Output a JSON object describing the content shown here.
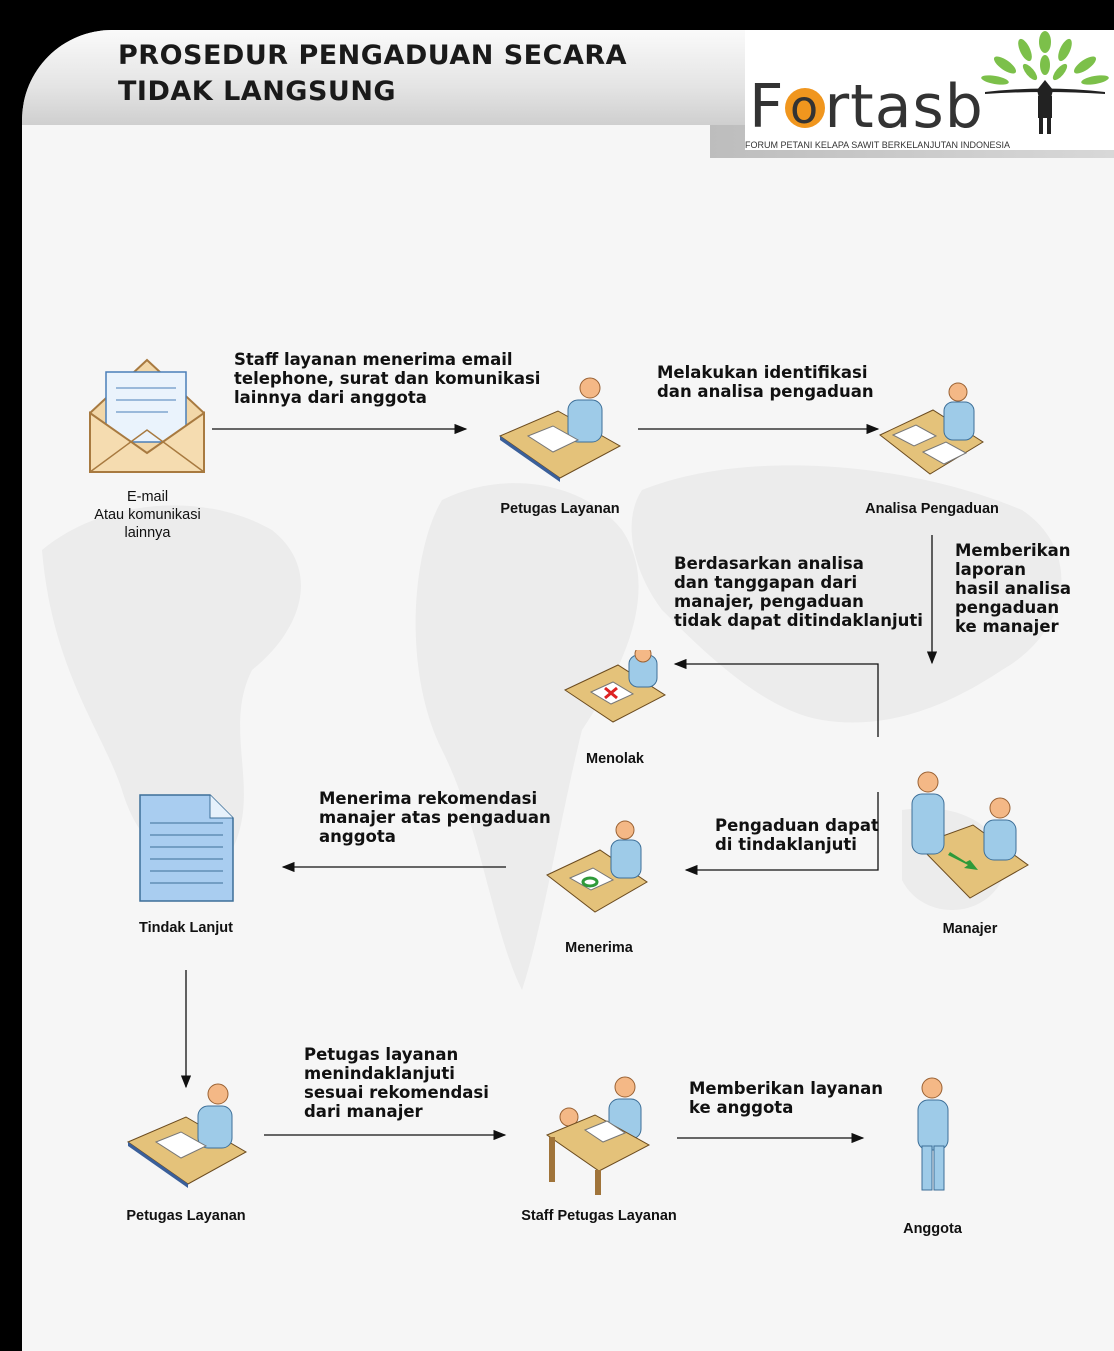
{
  "header": {
    "title_line1": "PROSEDUR PENGADUAN SECARA",
    "title_line2": "TIDAK LANGSUNG"
  },
  "logo": {
    "word": "Fortasb",
    "subtitle": "FORUM PETANI KELAPA SAWIT BERKELANJUTAN INDONESIA"
  },
  "nodes": {
    "email": "E-mail\nAtau komunikasi\nlainnya",
    "petugas1": "Petugas Layanan",
    "analisa": "Analisa Pengaduan",
    "menolak": "Menolak",
    "manajer": "Manajer",
    "menerima": "Menerima",
    "tindak": "Tindak Lanjut",
    "petugas2": "Petugas Layanan",
    "staff": "Staff Petugas Layanan",
    "anggota": "Anggota"
  },
  "steps": {
    "s1": "Staff layanan menerima email\ntelephone, surat dan komunikasi\nlainnya dari anggota",
    "s2": "Melakukan identifikasi\ndan analisa pengaduan",
    "s3": "Memberikan\nlaporan\nhasil analisa\npengaduan\nke manajer",
    "s4": "Berdasarkan analisa\ndan tanggapan dari\nmanajer, pengaduan\ntidak dapat ditindaklanjuti",
    "s5": "Pengaduan dapat\ndi tindaklanjuti",
    "s6": "Menerima rekomendasi\nmanajer atas pengaduan\nanggota",
    "s7": "Petugas layanan\nmenindaklanjuti\nsesuai rekomendasi\ndari manajer",
    "s8": "Memberikan layanan\nke anggota"
  }
}
